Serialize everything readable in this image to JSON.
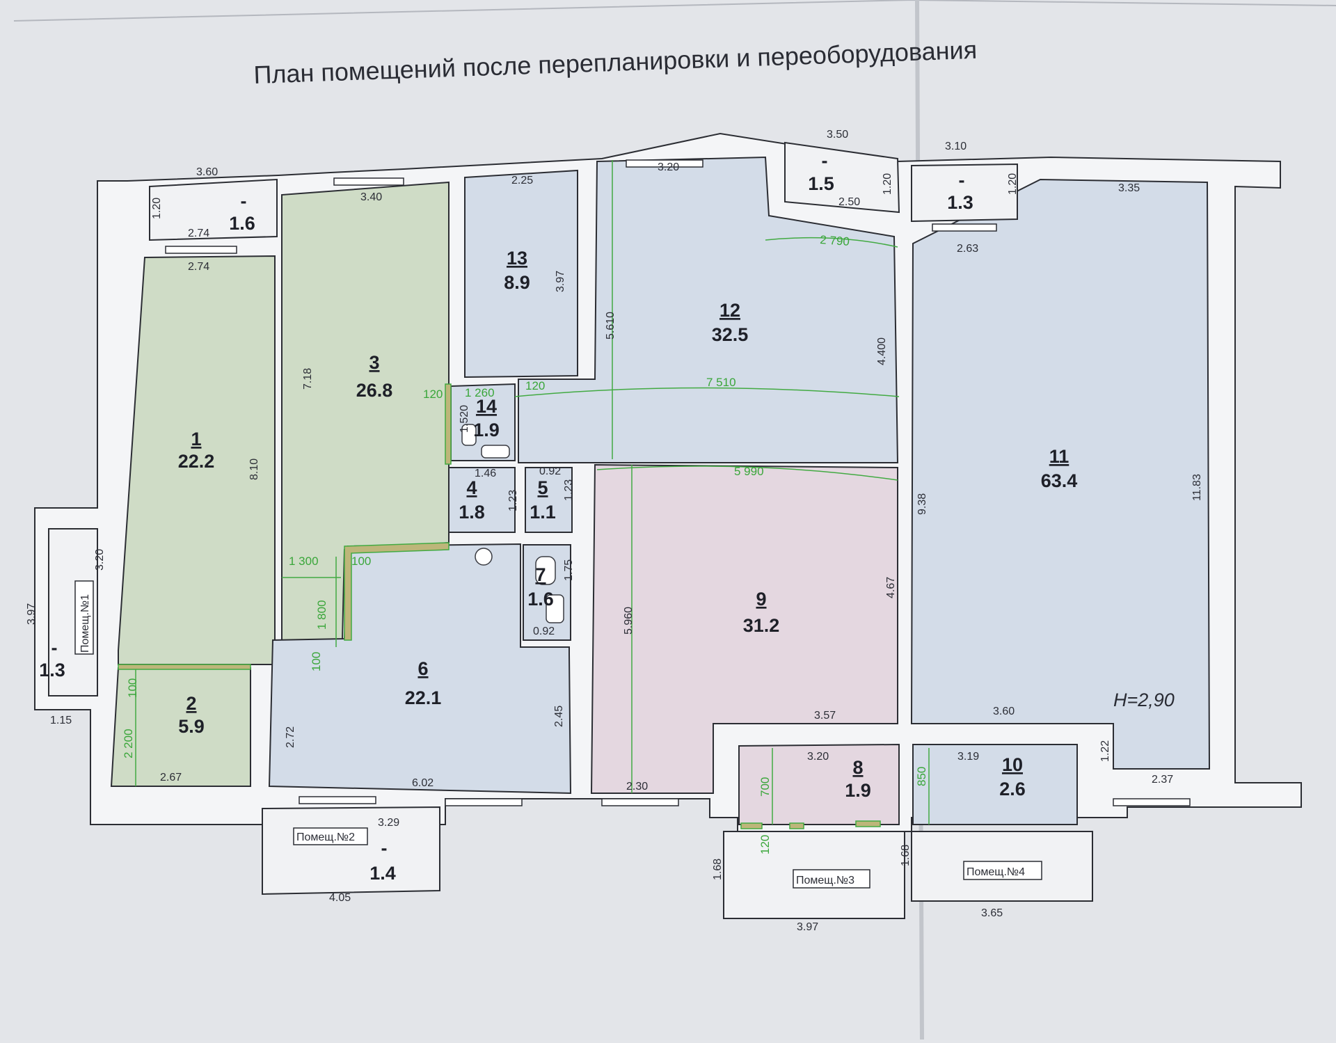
{
  "title": "План помещений после перепланировки и переоборудования",
  "height_label": "Н=2,90",
  "rooms": [
    {
      "num": "1",
      "area": "22.2"
    },
    {
      "num": "2",
      "area": "5.9"
    },
    {
      "num": "3",
      "area": "26.8"
    },
    {
      "num": "4",
      "area": "1.8"
    },
    {
      "num": "5",
      "area": "1.1"
    },
    {
      "num": "6",
      "area": "22.1"
    },
    {
      "num": "7",
      "area": "1.6"
    },
    {
      "num": "8",
      "area": "1.9"
    },
    {
      "num": "9",
      "area": "31.2"
    },
    {
      "num": "10",
      "area": "2.6"
    },
    {
      "num": "11",
      "area": "63.4"
    },
    {
      "num": "12",
      "area": "32.5"
    },
    {
      "num": "13",
      "area": "8.9"
    },
    {
      "num": "14",
      "area": "1.9"
    }
  ],
  "balconies": [
    {
      "mark": "-",
      "area": "1.6"
    },
    {
      "mark": "-",
      "area": "1.5"
    },
    {
      "mark": "-",
      "area": "1.3"
    },
    {
      "mark": "-",
      "area": "1.3"
    },
    {
      "mark": "-",
      "area": "1.4"
    }
  ],
  "premises_labels": [
    "Помещ.№1",
    "Помещ.№2",
    "Помещ.№3",
    "Помещ.№4"
  ],
  "dimensions": [
    "3.60",
    "1.20",
    "2.74",
    "2.74",
    "3.40",
    "7.18",
    "8.10",
    "2.25",
    "3.97",
    "3.20",
    "3.50",
    "1.20",
    "2.50",
    "3.10",
    "1.20",
    "2.63",
    "3.35",
    "11.83",
    "9.38",
    "4.67",
    "5.610",
    "4.400",
    "1.46",
    "1.23",
    "0.92",
    "1.23",
    "1.75",
    "0.92",
    "3.20",
    "3.97",
    "1.15",
    "2.67",
    "2.72",
    "6.02",
    "2.45",
    "3.29",
    "4.05",
    "3.57",
    "3.20",
    "2.30",
    "3.60",
    "3.19",
    "1.22",
    "2.37",
    "1.68",
    "1.68",
    "3.97",
    "3.65",
    "5.960",
    "1.520"
  ],
  "green_dimensions": [
    "2 790",
    "7 510",
    "5 990",
    "120",
    "1 260",
    "120",
    "1 300",
    "100",
    "1 800",
    "100",
    "100",
    "2 200",
    "700",
    "120",
    "850"
  ],
  "colors": {
    "wall": "#f5f6f8",
    "floor_green": "#cfdcc6",
    "floor_blue": "#d3dce8",
    "floor_pink": "#e4d7e0",
    "paper": "#e3e5e9",
    "green_line": "#42aa42"
  }
}
